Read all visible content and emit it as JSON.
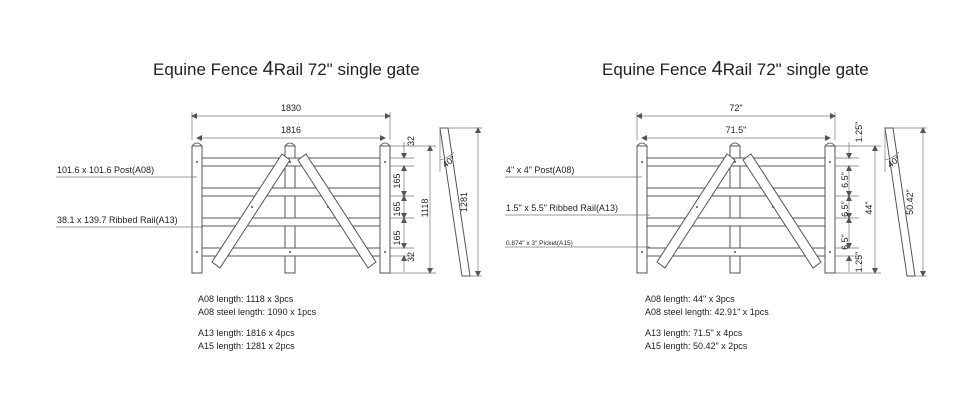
{
  "drawings": [
    {
      "title_pre": "Equine Fence ",
      "title_num": "4",
      "title_post": "Rail  72\" single gate",
      "dim_overall": "1830",
      "dim_gate": "1816",
      "dim_top_gap": "32",
      "dim_rail_gap_1": "165",
      "dim_rail_gap_2": "165",
      "dim_rail_gap_3": "165",
      "dim_bottom_gap": "32",
      "dim_height": "1118",
      "dim_picket": "1281",
      "angle": "40°",
      "label_post": "101.6 x 101.6 Post(A08)",
      "label_rail": "38.1 x 139.7 Ribbed  Rail(A13)",
      "label_picket": "",
      "spec_1": "A08 length:  1118 x 3pcs",
      "spec_2": "A08 steel length:  1090 x 1pcs",
      "spec_3": "A13 length:  1816 x 4pcs",
      "spec_4": "A15 length:  1281 x 2pcs"
    },
    {
      "title_pre": "Equine Fence ",
      "title_num": "4",
      "title_post": "Rail  72\" single gate",
      "dim_overall": "72\"",
      "dim_gate": "71.5\"",
      "dim_top_gap": "1.25\"",
      "dim_rail_gap_1": "6.5\"",
      "dim_rail_gap_2": "6.5\"",
      "dim_rail_gap_3": "6.5\"",
      "dim_bottom_gap": "1.25\"",
      "dim_height": "44\"",
      "dim_picket": "50.42\"",
      "angle": "40°",
      "label_post": "4\" x 4\" Post(A08)",
      "label_rail": "1.5\" x 5.5\" Ribbed Rail(A13)",
      "label_picket": "0.874\" x 3\" Picket(A15)",
      "spec_1": "A08 length:  44\" x 3pcs",
      "spec_2": "A08 steel length:  42.91\" x 1pcs",
      "spec_3": "A13 length:  71.5\" x 4pcs",
      "spec_4": "A15 length:  50.42\" x 2pcs"
    }
  ]
}
